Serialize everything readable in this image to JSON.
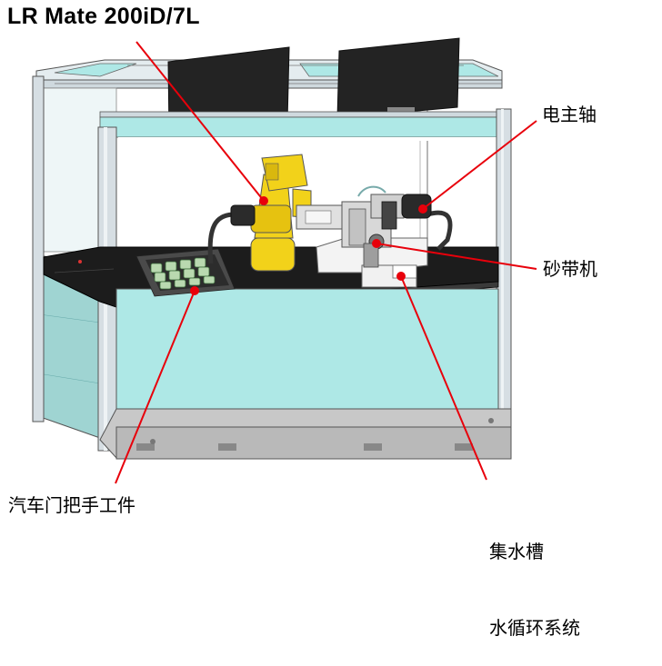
{
  "labels": {
    "robot_model": "LR Mate 200iD/7L",
    "spindle": "电主轴",
    "belt_sander": "砂带机",
    "workpiece": "汽车门把手工件",
    "water_tank_line1": "集水槽",
    "water_tank_line2": "水循环系统"
  },
  "colors": {
    "frame_panel": "#aee8e6",
    "frame_post": "#d6dee3",
    "table_top": "#1c1c1c",
    "base_plate": "#c8c8c8",
    "robot_yellow": "#f2d21a",
    "leader_line": "#e8000b",
    "monitor": "#222222"
  },
  "icons": [
    "robot-arm-icon",
    "spindle-motor-icon",
    "belt-sander-icon",
    "door-handle-fixture-icon",
    "water-tank-icon"
  ]
}
